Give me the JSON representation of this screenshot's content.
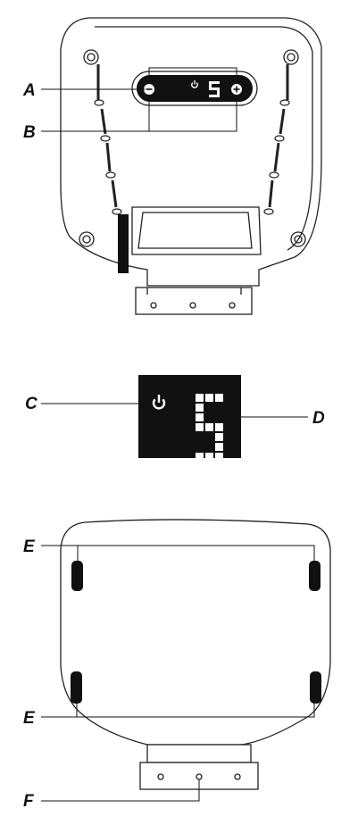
{
  "callouts": {
    "a": "A",
    "b": "B",
    "c": "C",
    "d": "D",
    "e_top": "E",
    "e_bottom": "E",
    "f": "F"
  },
  "display": {
    "value": "5",
    "icon": "power-icon"
  },
  "buttons": {
    "minus_icon": "minus-icon",
    "plus_icon": "plus-icon"
  },
  "colors": {
    "ink": "#111111",
    "panel": "#111111",
    "segment": "#ffffff"
  }
}
